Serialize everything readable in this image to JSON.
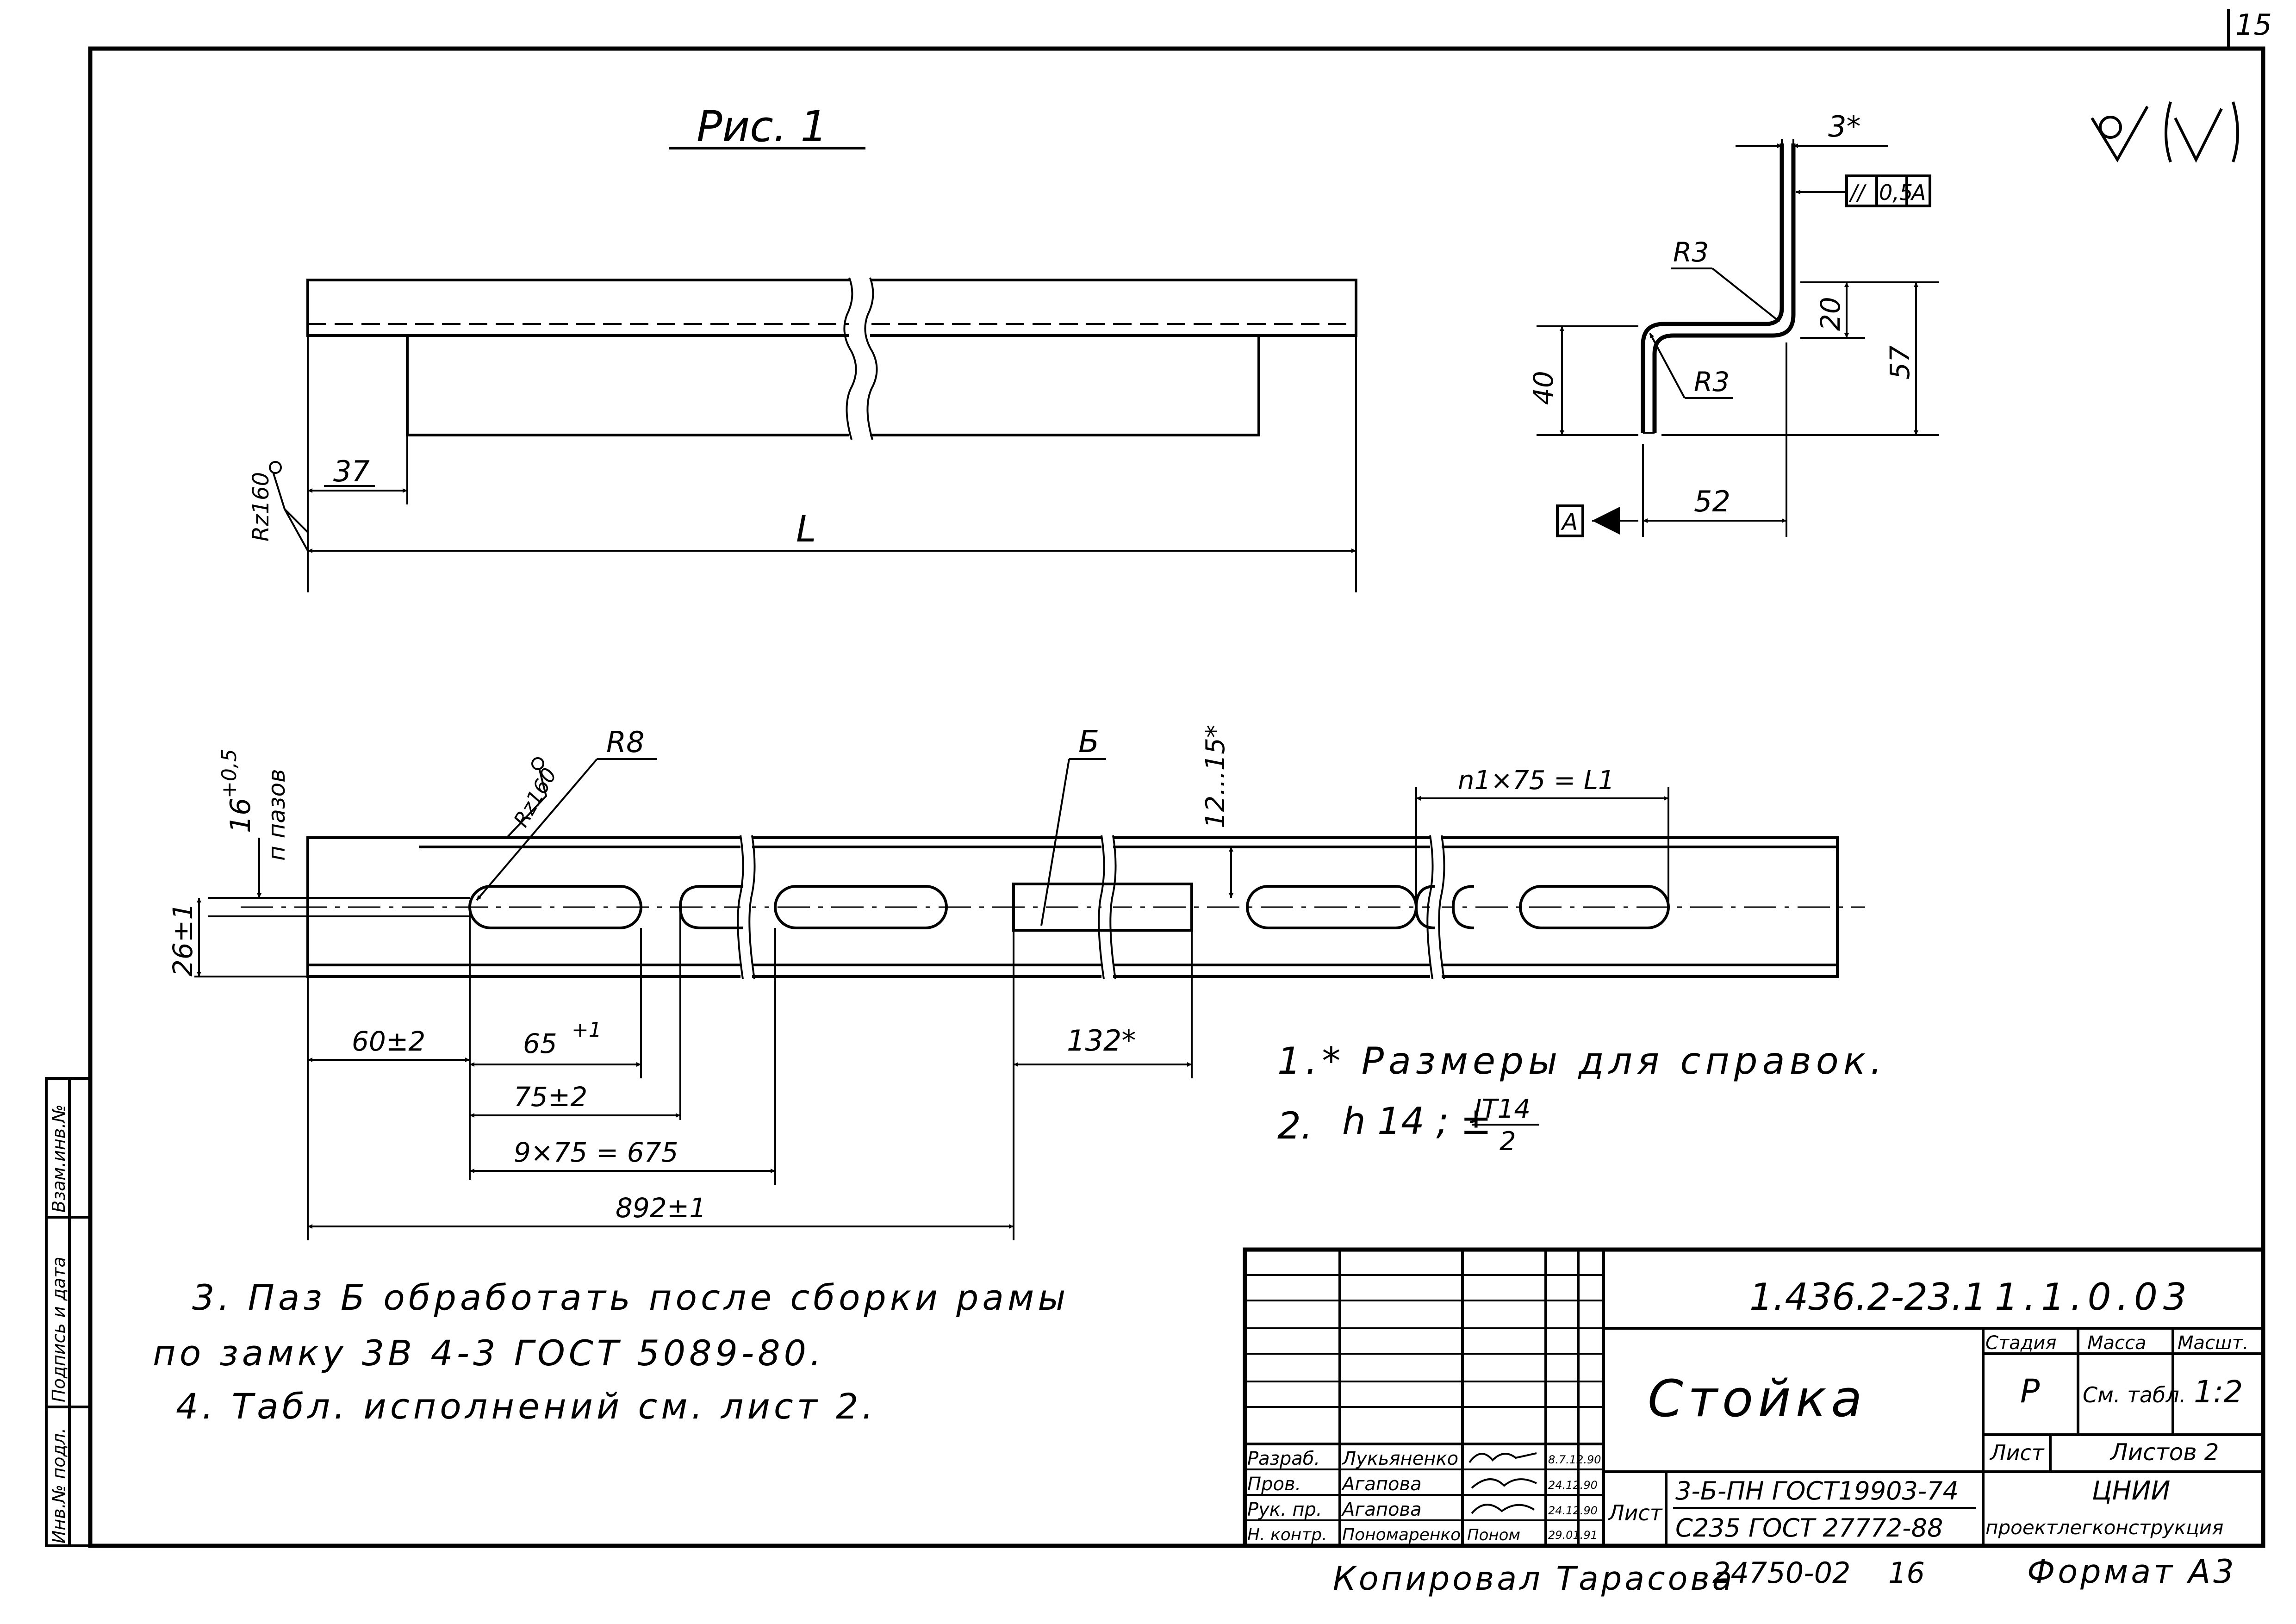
{
  "page": {
    "sheet_number": "15"
  },
  "roughness_mark": "✓ (✓)",
  "figure": {
    "title": "Рис. 1"
  },
  "side_view": {
    "dim_37": "37",
    "dim_L": "L",
    "roughness": "Rz160"
  },
  "section": {
    "dim_3": "3*",
    "tolerance_symbol": "//",
    "tolerance_value": "0,5",
    "tolerance_base": "A",
    "r3_top": "R3",
    "r3_bottom": "R3",
    "dim_20": "20",
    "dim_40": "40",
    "dim_57": "57",
    "dim_52": "52",
    "datum": "A"
  },
  "plan_view": {
    "dim_16": "16",
    "dim_16_tol": "+0,5",
    "dim_16_note": "п пазов",
    "roughness": "Rz160",
    "r8": "R8",
    "b_label": "Б",
    "dim_12_15": "12...15*",
    "dim_n1": "n1×75 = L1",
    "dim_26": "26±1",
    "dim_60": "60±2",
    "dim_65": "65",
    "dim_65_tol": "+1",
    "dim_75": "75±2",
    "dim_9x75": "9×75 = 675",
    "dim_892": "892±1",
    "dim_132": "132*"
  },
  "notes": {
    "note1": "1.* Размеры для справок.",
    "note2_prefix": "2.",
    "note2_text": "h 14 ; ±",
    "note2_numer": "JT14",
    "note2_denom": "2",
    "note3_line1": "3. Паз Б обработать после сборки рамы",
    "note3_line2": "по замку 3В 4-3 ГОСТ 5089-80.",
    "note4": "4. Табл. исполнений см. лист 2."
  },
  "side_stamp": {
    "cell1": "Инв.№ подл.",
    "cell2": "Подпись и дата",
    "cell3": "Взам.инв.№"
  },
  "title_block": {
    "designation": "1.436.2-23.1",
    "code": "1.1.0.03",
    "name": "Стойка",
    "stage_header": "Стадия",
    "mass_header": "Масса",
    "scale_header": "Масшт.",
    "stage": "Р",
    "mass": "См. табл.",
    "scale": "1:2",
    "sheet_label": "Лист",
    "sheets_label": "Листов 2",
    "org_line1": "ЦНИИ",
    "org_line2": "проектлегконструкция",
    "list_label": "Лист",
    "material_line1": "3-Б-ПН ГОСТ19903-74",
    "material_line2": "С235 ГОСТ 27772-88",
    "roles": [
      {
        "role": "Разраб.",
        "name": "Лукьяненко",
        "date": "8.7.12.90"
      },
      {
        "role": "Пров.",
        "name": "Агапова",
        "date": "24.12.90"
      },
      {
        "role": "Рук. пр.",
        "name": "Агапова",
        "date": "24.12.90"
      },
      {
        "role": "Н. контр.",
        "name": "Пономаренко",
        "date": "29.01.91"
      }
    ],
    "nkontr_sign": "Поном"
  },
  "footer": {
    "copied": "Копировал Тарасова",
    "number": "24750-02",
    "number2": "16",
    "format": "Формат А3"
  }
}
